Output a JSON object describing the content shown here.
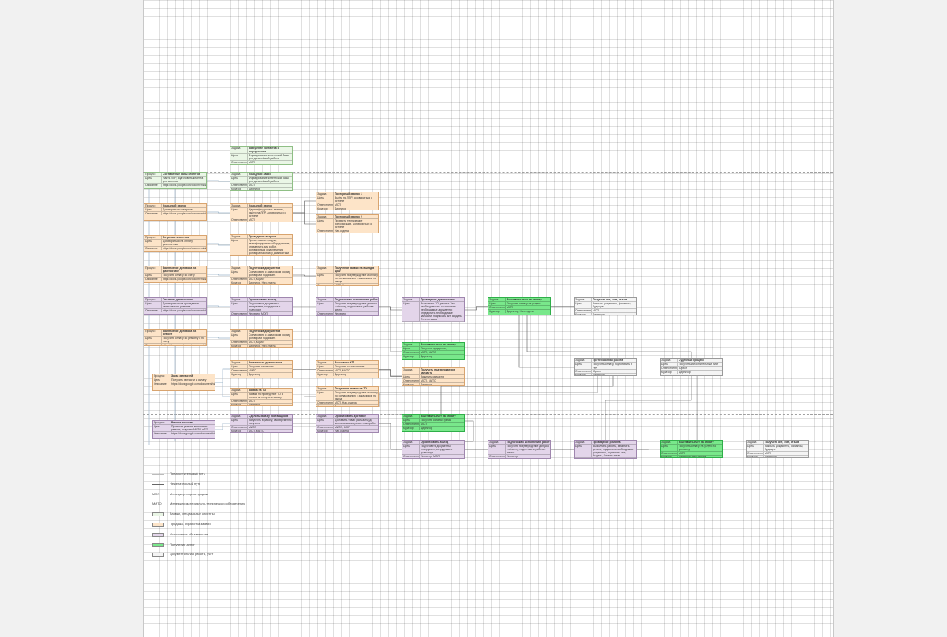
{
  "colors": {
    "green": "#eaf6e6",
    "orange": "#fde4c8",
    "purple": "#e3d5ea",
    "lime": "#79e88b",
    "gray": "#f4f4f4"
  },
  "nodes": [
    {
      "id": "t-contract-top",
      "color": "green",
      "rows": [
        [
          "Задача",
          "Заведение контактов и определения"
        ],
        [
          "Цель",
          "Формирование клиентской базы для дальнейшей работы"
        ],
        [
          "Ответственный",
          "МОП"
        ],
        [
          "Куратор",
          "Директор"
        ]
      ]
    },
    {
      "id": "p-client-base",
      "color": "green",
      "rows": [
        [
          "Процесс",
          "Составление базы клиентов"
        ],
        [
          "Цель",
          "Найти ЛПР, подготовить клиента для звонков"
        ],
        [
          "Описание",
          "https://docs.google.com/document/d/1TQ8sOFHd"
        ]
      ]
    },
    {
      "id": "t-client-base",
      "color": "green",
      "rows": [
        [
          "Задача",
          "Холодный Заказ"
        ],
        [
          "Цель",
          "Формирование клиентской базы для дальнейшей работы"
        ],
        [
          "Ответственный",
          "МОП"
        ],
        [
          "Куратор",
          "Директор"
        ]
      ]
    },
    {
      "id": "p-cold-call",
      "color": "orange",
      "rows": [
        [
          "Процесс",
          "Холодный звонок"
        ],
        [
          "Цель",
          "Договориться о встрече"
        ],
        [
          "Описание",
          "https://docs.google.com/document/d/1wH8rGTks"
        ]
      ]
    },
    {
      "id": "t-cold-call",
      "color": "orange",
      "rows": [
        [
          "Задача",
          "Холодный звонок"
        ],
        [
          "Цель",
          "Идентифицировать клиента, выйти на ЛПР, договориться о встрече"
        ],
        [
          "Ответственный",
          "МОП"
        ],
        [
          "Куратор",
          "Директор"
        ]
      ]
    },
    {
      "id": "t-repeat-1",
      "color": "orange",
      "rows": [
        [
          "Задача",
          "Повторный звонок 1"
        ],
        [
          "Цель",
          "Выйти на ЛПР, договориться о встрече"
        ],
        [
          "Ответственный",
          "МОП"
        ],
        [
          "Куратор",
          "Директор"
        ]
      ]
    },
    {
      "id": "t-repeat-2",
      "color": "orange",
      "rows": [
        [
          "Задача",
          "Повторный звонок 2"
        ],
        [
          "Цель",
          "Провести технические консультации, договориться о встрече"
        ],
        [
          "Ответственный",
          "Нач.отдела"
        ],
        [
          "Куратор",
          "МОП, Директор"
        ]
      ]
    },
    {
      "id": "p-meeting",
      "color": "orange",
      "rows": [
        [
          "Процесс",
          "Встреча с клиентом"
        ],
        [
          "Цель",
          "Договориться на оплату диагностики"
        ],
        [
          "Описание",
          "https://docs.google.com/document/d/1wkMG7slk"
        ]
      ]
    },
    {
      "id": "t-meeting",
      "color": "orange",
      "rows": [
        [
          "Задача",
          "Проведение встречи"
        ],
        [
          "Цель",
          "Презентовать продукт, квалифицировать оборудование, определить вид работ, договориться о заключении договора на оплату диагностики"
        ],
        [
          "Ответственный",
          "МОП"
        ],
        [
          "Куратор",
          "Директор"
        ]
      ]
    },
    {
      "id": "p-contract-diag",
      "color": "orange",
      "rows": [
        [
          "Процесс",
          "Заключение договора на диагностику"
        ],
        [
          "Цель",
          "Получить оплату по счету"
        ],
        [
          "Описание",
          "https://docs.google.com/document/d/1kAf9sDqw"
        ]
      ]
    },
    {
      "id": "t-prepare-docs",
      "color": "orange",
      "rows": [
        [
          "Задача",
          "Подготовка документов"
        ],
        [
          "Цель",
          "Согласовать с заказчиком форму договора и подписать"
        ],
        [
          "Ответственный",
          "МОП, Юрист"
        ],
        [
          "Куратор",
          "Директор, Нач.отдела"
        ]
      ]
    },
    {
      "id": "t-invoice",
      "color": "orange",
      "rows": [
        [
          "Задача",
          "Получение заявки на выезд в Диаг"
        ],
        [
          "Цель",
          "Получить подтверждение и оплату по согласованию с заказчиком на выезд"
        ],
        [
          "Ответственный",
          "МОП, Нач.отдела"
        ],
        [
          "Куратор",
          "Директор"
        ]
      ]
    },
    {
      "id": "p-diagnostics",
      "color": "purple",
      "rows": [
        [
          "Процесс",
          "Оказание диагностики"
        ],
        [
          "Цель",
          "Договориться на проведение капитального ремонта"
        ],
        [
          "Описание",
          "https://docs.google.com/document/d/1x9sbPJXN"
        ]
      ]
    },
    {
      "id": "t-org-trip",
      "color": "purple",
      "rows": [
        [
          "Задача",
          "Организовать выезд"
        ],
        [
          "Цель",
          "Подготовить документы, инструмент, сотрудника и транспорт"
        ],
        [
          "Ответственный",
          "Инженер, МОП"
        ],
        [
          "Куратор",
          "Нач.отдела"
        ]
      ]
    },
    {
      "id": "t-prep-work",
      "color": "purple",
      "rows": [
        [
          "Задача",
          "Подготовка к исполнению работ"
        ],
        [
          "Цель",
          "Получить подтверждение допуска к объекту, подготовить рабочее место"
        ],
        [
          "Ответственный",
          "Инженер"
        ],
        [
          "Куратор",
          "Нач.отдела"
        ]
      ]
    },
    {
      "id": "t-do-diag",
      "color": "purple",
      "rows": [
        [
          "Задача",
          "Проведение диагностики"
        ],
        [
          "Цель",
          "Выполнить ТО, решить Тех необходимость; согласовать необходимые документы; определить необходимые запчасти; подписать акт; Выдать, Отчеты заказ"
        ],
        [
          "Ответственный",
          "Инженер"
        ],
        [
          "Куратор",
          "Нач.отдела"
        ]
      ]
    },
    {
      "id": "t-pay-diag",
      "color": "lime",
      "rows": [
        [
          "Задача",
          "Выставить счет на оплату"
        ],
        [
          "Цель",
          "Получить оплату на услуги"
        ],
        [
          "Ответственный",
          "МОП"
        ],
        [
          "Куратор",
          "Директор, Нач.отдела"
        ]
      ]
    },
    {
      "id": "t-act-1",
      "color": "gray",
      "rows": [
        [
          "Задача",
          "Получить акт, счет, отзыв"
        ],
        [
          "Цель",
          "Закрыть документы, финансы, будущее"
        ],
        [
          "Ответственный",
          "МОП"
        ],
        [
          "Куратор",
          "Директор"
        ]
      ]
    },
    {
      "id": "p-contract-repair",
      "color": "orange",
      "rows": [
        [
          "Процесс",
          "Заключение договора на ремонт"
        ],
        [
          "Цель",
          "Получить оплату по ремонту и по счету"
        ],
        [
          "Описание",
          "https://docs.google.com/document/d/1S2GQFYxb"
        ]
      ]
    },
    {
      "id": "t-prepare-docs-2",
      "color": "orange",
      "rows": [
        [
          "Задача",
          "Подготовка документов"
        ],
        [
          "Цель",
          "Согласовать с заказчиком форму договора и подписать"
        ],
        [
          "Ответственный",
          "МОП, Юрист"
        ],
        [
          "Куратор",
          "Директор, Нач.отдела"
        ]
      ]
    },
    {
      "id": "t-pay-advance",
      "color": "lime",
      "rows": [
        [
          "Задача",
          "Выставить счет на оплату"
        ],
        [
          "Цель",
          "Получить предоплату"
        ],
        [
          "Ответственный",
          "МОП, МИТО"
        ],
        [
          "Куратор",
          "Директор"
        ]
      ]
    },
    {
      "id": "p-order-parts",
      "color": "orange",
      "rows": [
        [
          "Процесс",
          "Заказ запчастей"
        ],
        [
          "Цель",
          "Получить запчасти и оплату"
        ],
        [
          "Описание",
          "https://docs.google.com/document/d/1xRn9bWQd"
        ]
      ]
    },
    {
      "id": "t-order-parts",
      "color": "orange",
      "rows": [
        [
          "Задача",
          "Заказ после диагностики"
        ],
        [
          "Цель",
          "Получить стоимость"
        ],
        [
          "Ответственный",
          "МИТО"
        ],
        [
          "Куратор",
          "Директор"
        ]
      ]
    },
    {
      "id": "t-exhibit",
      "color": "orange",
      "rows": [
        [
          "Задача",
          "Выставить КП"
        ],
        [
          "Цель",
          "Получить согласование"
        ],
        [
          "Ответственный",
          "МОП, МИТО"
        ],
        [
          "Куратор",
          "Директор"
        ]
      ]
    },
    {
      "id": "t-confirm-parts",
      "color": "orange",
      "rows": [
        [
          "Задача",
          "Получить подтверждение запчасти"
        ],
        [
          "Цель",
          "Закупить запчасти"
        ],
        [
          "Ответственный",
          "МОП, МИТО"
        ],
        [
          "Куратор",
          "Директор"
        ]
      ]
    },
    {
      "id": "t-to-request",
      "color": "orange",
      "rows": [
        [
          "Задача",
          "Заявка на ТО"
        ],
        [
          "Цель",
          "Заявка на проведение ТО и оплата за получить заявку"
        ],
        [
          "Ответственный",
          "МОП"
        ],
        [
          "Куратор",
          "Директор"
        ]
      ]
    },
    {
      "id": "t-get-to",
      "color": "orange",
      "rows": [
        [
          "Задача",
          "Получение заявки на ТО"
        ],
        [
          "Цель",
          "Получить подтверждение и оплату по согласованию с заказчиком на выезд"
        ],
        [
          "Ответственный",
          "МОП, Нач.отдела"
        ],
        [
          "Куратор",
          "Директор"
        ]
      ]
    },
    {
      "id": "t-claim",
      "color": "gray",
      "rows": [
        [
          "Задача",
          "Претензионная работа"
        ],
        [
          "Цель",
          "Получить оплату, подготовить в суд"
        ],
        [
          "Ответственный",
          "Юрист"
        ],
        [
          "Куратор",
          "Директор"
        ]
      ]
    },
    {
      "id": "t-court",
      "color": "gray",
      "rows": [
        [
          "Задача",
          "Судебный процесс"
        ],
        [
          "Цель",
          "Получить исполнительный лист"
        ],
        [
          "Ответственный",
          "Юрист"
        ],
        [
          "Куратор",
          "Директор"
        ]
      ]
    },
    {
      "id": "p-repair",
      "color": "purple",
      "rows": [
        [
          "Процесс",
          "Ремонт по схеме"
        ],
        [
          "Цель",
          "Провести ремонт, выполнить ремонт, получить МИТО и ТО"
        ],
        [
          "Описание",
          "https://docs.google.com/document/d/1YxSbDjMT"
        ]
      ]
    },
    {
      "id": "t-repair-to",
      "color": "purple",
      "rows": [
        [
          "Задача",
          "Сделать заказ у поставщиков"
        ],
        [
          "Цель",
          "Запустить в работу, своевременно получить"
        ],
        [
          "Ответственный",
          "МИТО"
        ],
        [
          "Куратор",
          "МОП, МИТО"
        ]
      ]
    },
    {
      "id": "t-repair-pay",
      "color": "purple",
      "rows": [
        [
          "Задача",
          "Организовать доставку"
        ],
        [
          "Цель",
          "Доставить товар (запчасть) до места оказания ремонтных работ"
        ],
        [
          "Ответственный",
          "МИТО, МОП"
        ],
        [
          "Куратор",
          "Нач.отдела"
        ]
      ]
    },
    {
      "id": "t-pay-ready",
      "color": "lime",
      "rows": [
        [
          "Задача",
          "Выставить счет на оплату"
        ],
        [
          "Цель",
          "Получить остаток суммы"
        ],
        [
          "Ответственный",
          "МОП"
        ],
        [
          "Куратор",
          "Директор"
        ]
      ]
    },
    {
      "id": "t-org-trip-2",
      "color": "purple",
      "rows": [
        [
          "Задача",
          "Организовать выезд"
        ],
        [
          "Цель",
          "Подготовить документы, инструмент, сотрудника и транспорт"
        ],
        [
          "Ответственный",
          "Инженер, МОП"
        ],
        [
          "Куратор",
          "Нач.отдела"
        ]
      ]
    },
    {
      "id": "t-prep-work-2",
      "color": "purple",
      "rows": [
        [
          "Задача",
          "Подготовка к исполнению работ"
        ],
        [
          "Цель",
          "Получить подтверждение допуска к объекту, подготовить рабочее место"
        ],
        [
          "Ответственный",
          "Инженер"
        ],
        [
          "Куратор",
          "Нач.отдела"
        ]
      ]
    },
    {
      "id": "t-do-repair",
      "color": "purple",
      "rows": [
        [
          "Задача",
          "Проведение ремонта"
        ],
        [
          "Цель",
          "Выполнить работы, заменить детали, подписать необходимые документы, подписать акт; Выдать, Отчеты заказ"
        ],
        [
          "Ответственный",
          "Инженер"
        ],
        [
          "Куратор",
          "Нач.отдела"
        ]
      ]
    },
    {
      "id": "t-pay-final",
      "color": "lime",
      "rows": [
        [
          "Задача",
          "Выставить счет на оплату"
        ],
        [
          "Цель",
          "Получить оплату на услуги по договору"
        ],
        [
          "Ответственный",
          "МОП"
        ],
        [
          "Куратор",
          "Директор, Нач.отдела"
        ]
      ]
    },
    {
      "id": "t-act-2",
      "color": "gray",
      "rows": [
        [
          "Задача",
          "Получить акт, счет, отзыв"
        ],
        [
          "Цель",
          "Закрыть документы, финансы, будущее"
        ],
        [
          "Ответственный",
          "МОП"
        ],
        [
          "Куратор",
          "Директор"
        ]
      ]
    }
  ],
  "legend": [
    {
      "kind": "line-thin",
      "label": "Предпочтительный путь"
    },
    {
      "kind": "line",
      "label": "Нежелательный путь"
    },
    {
      "kind": "abbr",
      "abbr": "МОП",
      "label": "Менеджер отдела продаж"
    },
    {
      "kind": "abbr",
      "abbr": "МИТО",
      "label": "Менеджер материально-технического обеспечения"
    },
    {
      "kind": "swatch",
      "color": "green",
      "label": "Заявки, специальные клиенты"
    },
    {
      "kind": "swatch",
      "color": "orange",
      "label": "Продажа, обработка заявки"
    },
    {
      "kind": "swatch",
      "color": "purple",
      "label": "Исполнение обязательств"
    },
    {
      "kind": "swatch",
      "color": "lime",
      "label": "Получение денег"
    },
    {
      "kind": "swatch",
      "color": "gray",
      "label": "Документальная работа, учет"
    }
  ]
}
